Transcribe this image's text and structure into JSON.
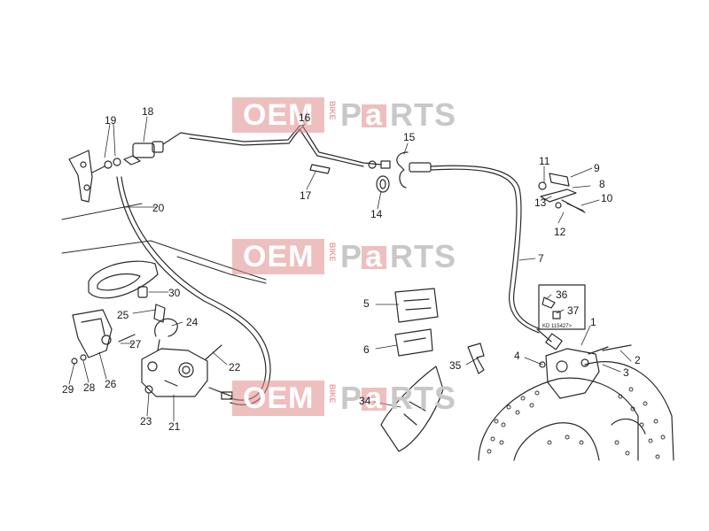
{
  "watermark": {
    "oem": "OEM",
    "bike": "BIKE",
    "parts_p": "P",
    "parts_a": "a",
    "parts_rts": "RTS"
  },
  "callouts": {
    "c1": "1",
    "c2": "2",
    "c3": "3",
    "c4": "4",
    "c5": "5",
    "c6": "6",
    "c7": "7",
    "c8": "8",
    "c9": "9",
    "c10": "10",
    "c11": "11",
    "c12": "12",
    "c13": "13",
    "c14": "14",
    "c15": "15",
    "c16": "16",
    "c17": "17",
    "c18": "18",
    "c19": "19",
    "c20": "20",
    "c21": "21",
    "c22": "22",
    "c23": "23",
    "c24": "24",
    "c25": "25",
    "c26": "26",
    "c27": "27",
    "c28": "28",
    "c29": "29",
    "c30": "30",
    "c34": "34",
    "c35": "35",
    "c36": "36",
    "c37": "37"
  },
  "inset_note": "KD 115427>",
  "colors": {
    "line": "#2a2a2a",
    "watermark_red": "#e08a8a",
    "watermark_grey": "#c8c8c8"
  }
}
